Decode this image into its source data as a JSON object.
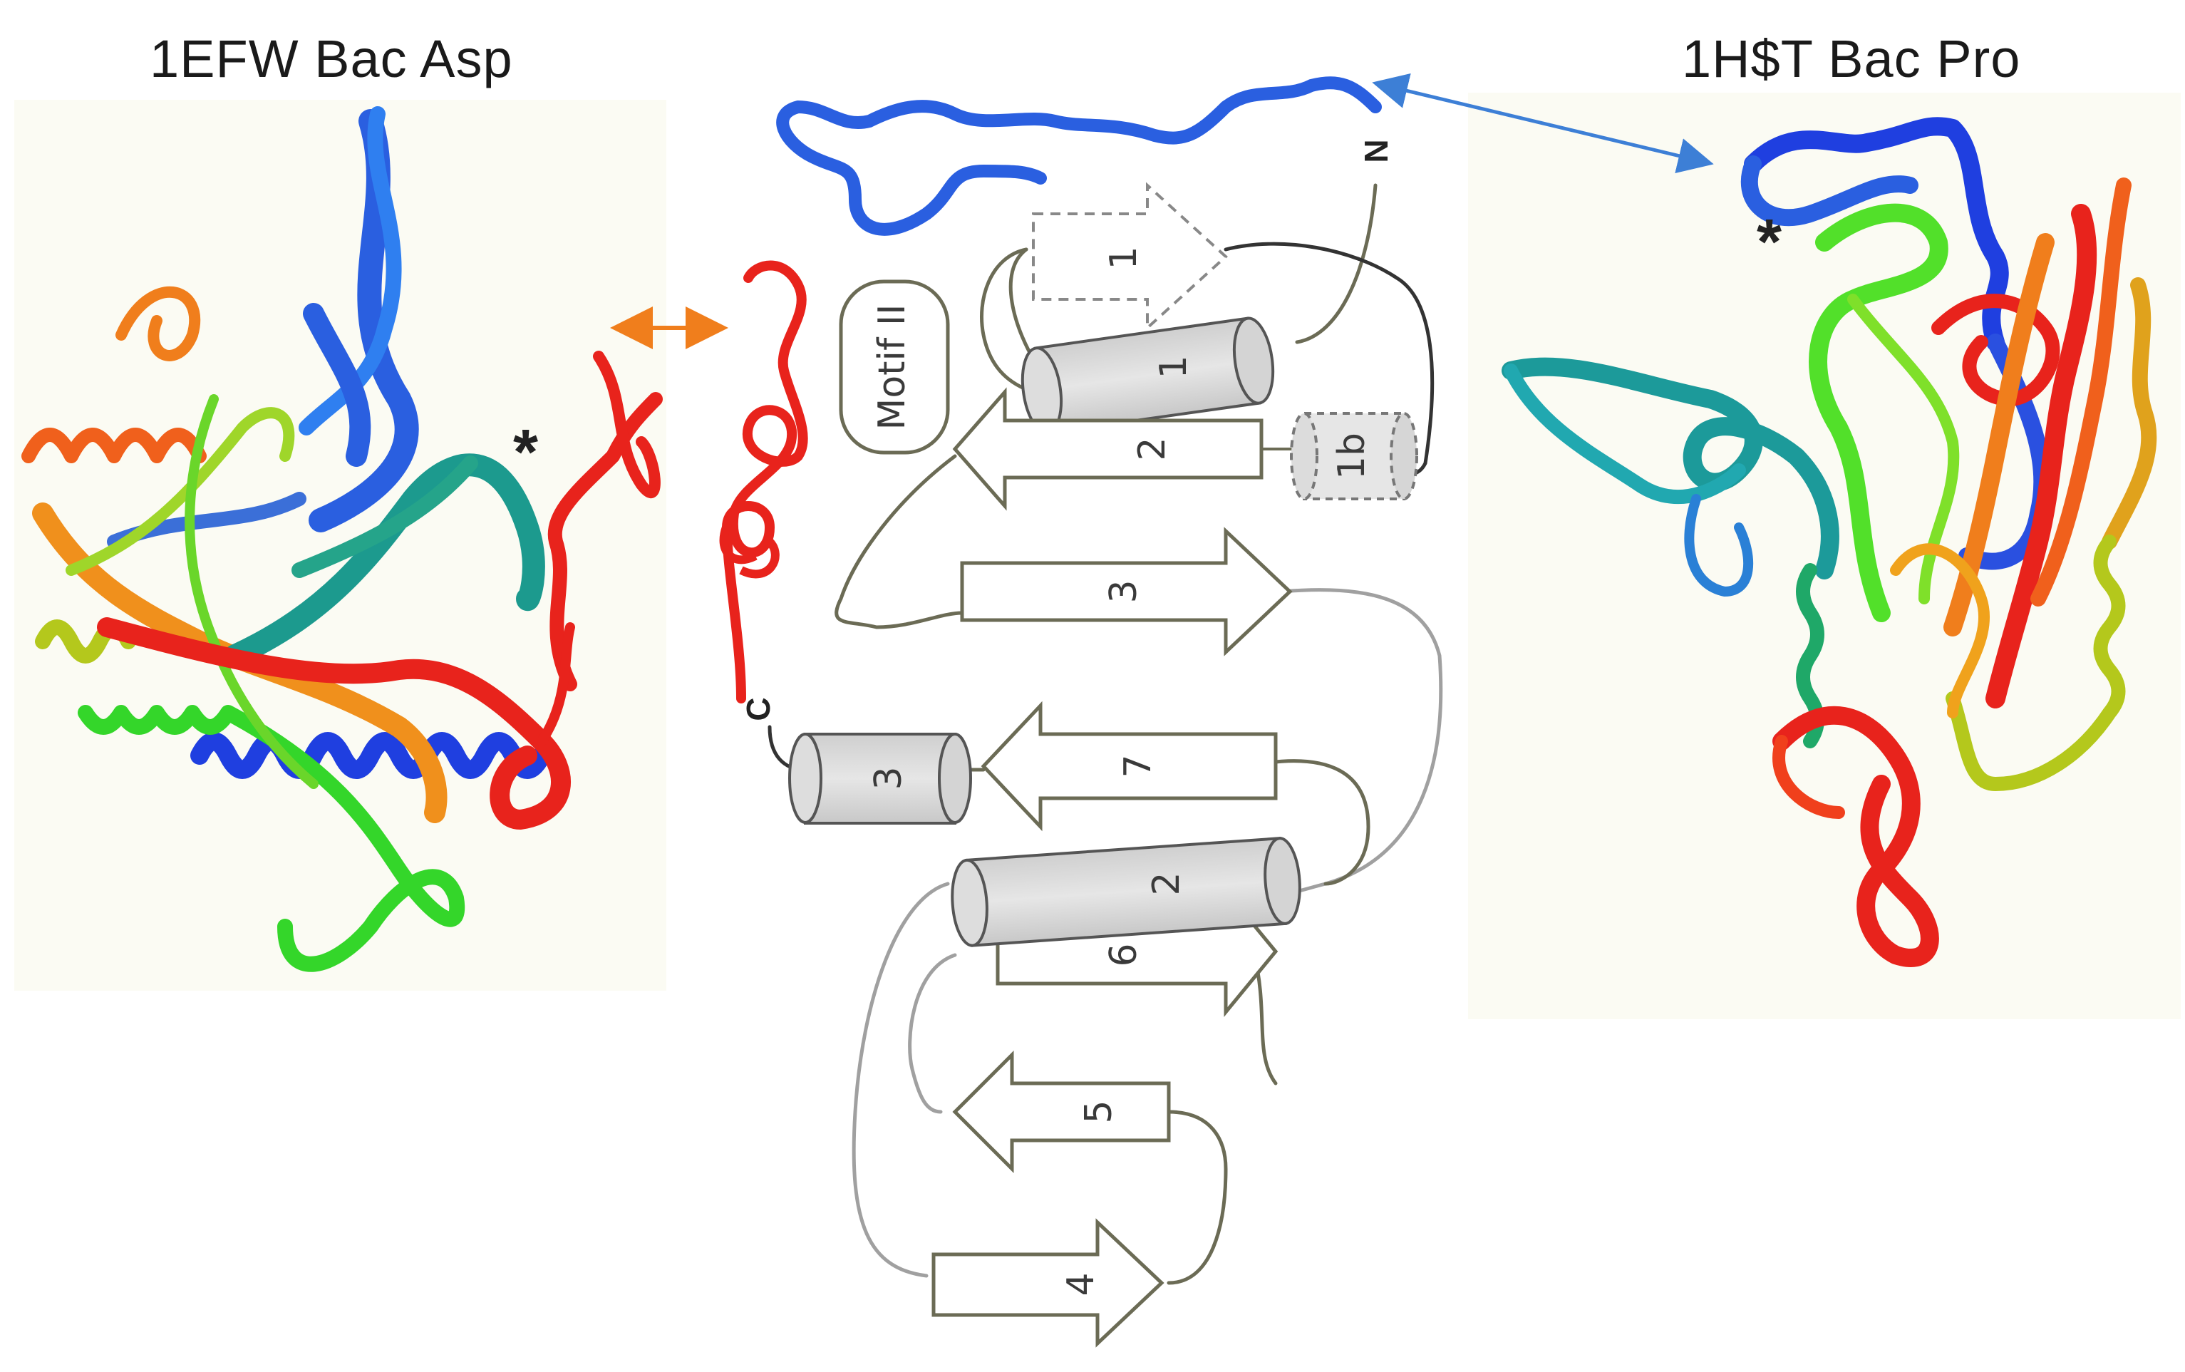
{
  "titles": {
    "left": "1EFW Bac Asp",
    "right": "1H$T Bac Pro"
  },
  "markers": {
    "asterisk": "*"
  },
  "topology": {
    "n_terminus": "N",
    "c_terminus": "C",
    "motif": "Motif II",
    "strands": [
      "1",
      "2",
      "3",
      "7",
      "6",
      "5",
      "4"
    ],
    "helices": [
      "1",
      "1b",
      "3",
      "2"
    ]
  },
  "colors": {
    "blue": "#2a5fe0",
    "red": "#e8231c",
    "orange": "#f07e1c",
    "green": "#52d62a",
    "teal": "#1c9a8e",
    "arrow_blue": "#3d7fd6",
    "arrow_orange": "#f07e1c"
  }
}
